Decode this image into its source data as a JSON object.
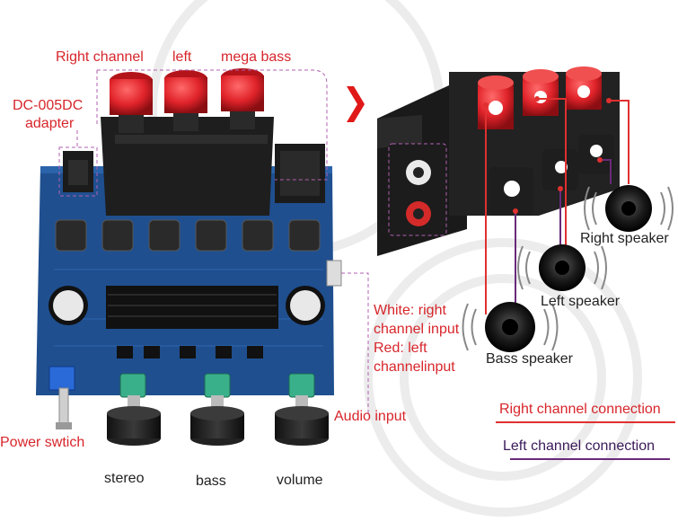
{
  "colors": {
    "label_red": "#d7262b",
    "label_dark": "#222222",
    "board_blue": "#1f4f8f",
    "terminal_red": "#e0232a",
    "right_connection": "#e03030",
    "left_connection": "#6a2a7a",
    "dashed_outline": "#b060b0",
    "arrow_red": "#e01818"
  },
  "labels": {
    "right_channel": "Right channel",
    "left": "left",
    "mega_bass": "mega bass",
    "dc_adapter_line1": "DC-005DC",
    "dc_adapter_line2": "adapter",
    "input_line1": "White: right",
    "input_line2": "channel input",
    "input_line3": "Red: left",
    "input_line4": "channelinput",
    "audio_input": "Audio input",
    "power_switch": "Power swtich",
    "stereo": "stereo",
    "bass": "bass",
    "volume": "volume",
    "right_speaker": "Right speaker",
    "left_speaker": "Left speaker",
    "bass_speaker": "Bass speaker"
  },
  "legend": {
    "right_connection": "Right channel connection",
    "left_connection": "Left channel connection"
  },
  "icons": {
    "arrow": "chevron-right-icon",
    "speaker": "speaker-icon",
    "knob": "knob-icon",
    "terminal": "binding-post-icon"
  }
}
